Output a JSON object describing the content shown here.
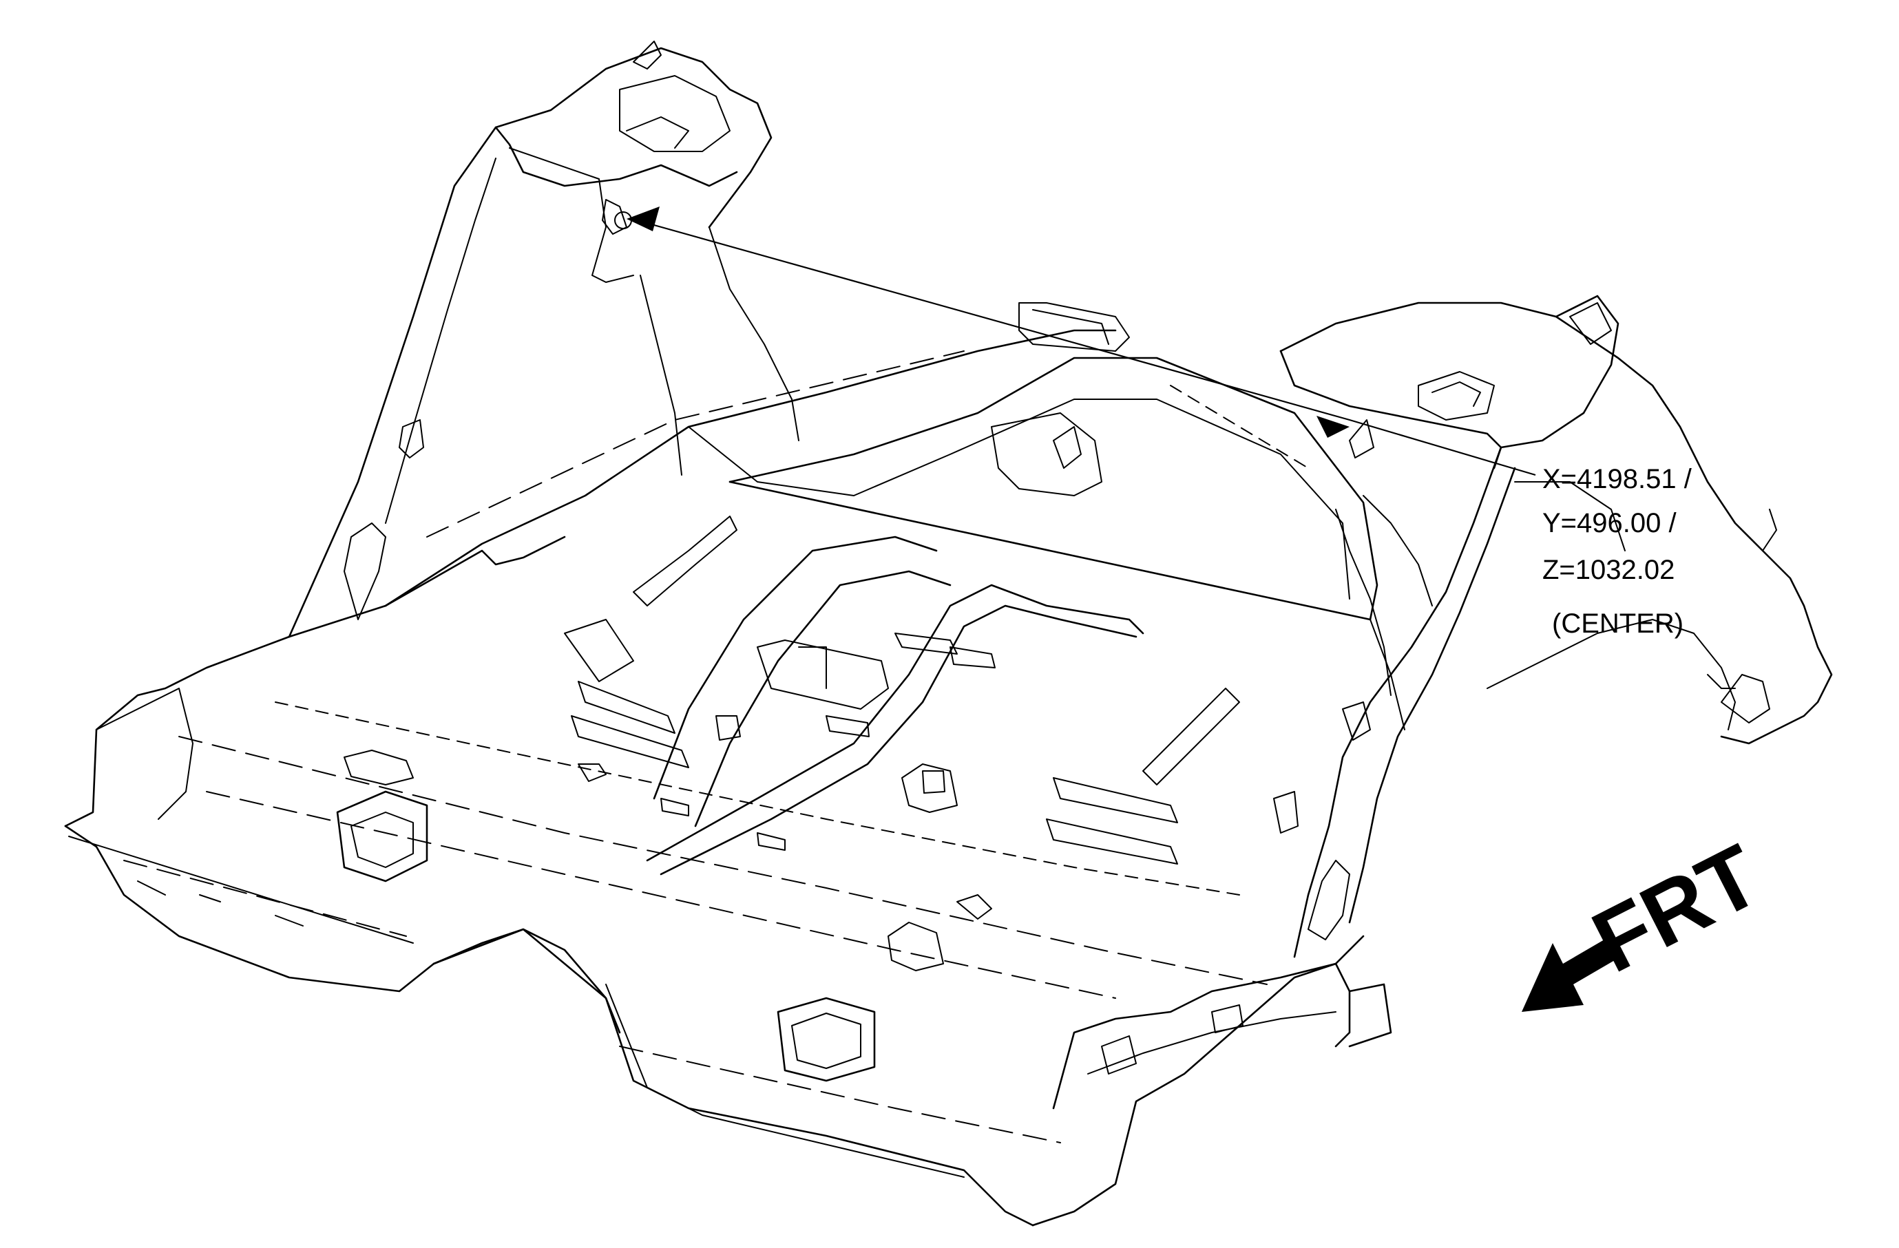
{
  "callout": {
    "line_x": "X=4198.51 /",
    "line_y": "Y=496.00 /",
    "line_z": "Z=1032.02",
    "line_center": "(CENTER)"
  },
  "orientation": {
    "label": "FRT"
  }
}
